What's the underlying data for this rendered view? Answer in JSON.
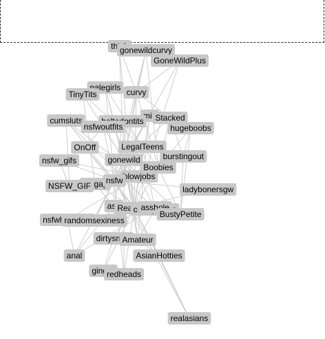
{
  "graph": {
    "nodes": [
      {
        "id": "thick",
        "label": "thick"
      },
      {
        "id": "gonewildcurvy",
        "label": "gonewildcurvy"
      },
      {
        "id": "GoneWildPlus",
        "label": "GoneWildPlus"
      },
      {
        "id": "palegirls",
        "label": "palegirls"
      },
      {
        "id": "TinyTits",
        "label": "TinyTits"
      },
      {
        "id": "curvy",
        "label": "curvy"
      },
      {
        "id": "milf",
        "label": "milf"
      },
      {
        "id": "Stacked",
        "label": "Stacked"
      },
      {
        "id": "cumsluts",
        "label": "cumsluts"
      },
      {
        "id": "boltedontits",
        "label": "boltedontits"
      },
      {
        "id": "nsfwoutfits",
        "label": "nsfwoutfits"
      },
      {
        "id": "hugeboobs",
        "label": "hugeboobs"
      },
      {
        "id": "OnOff",
        "label": "OnOff"
      },
      {
        "id": "LegalTeens",
        "label": "LegalTeens"
      },
      {
        "id": "burstingout",
        "label": "burstingout"
      },
      {
        "id": "nsfw_gifs",
        "label": "nsfw_gifs"
      },
      {
        "id": "gonewild",
        "label": "gonewild"
      },
      {
        "id": "Boobies",
        "label": "Boobies"
      },
      {
        "id": "blowjobs",
        "label": "blowjobs"
      },
      {
        "id": "datgap",
        "label": "datgap"
      },
      {
        "id": "nsfw",
        "label": "nsfw"
      },
      {
        "id": "NSFW_GIF",
        "label": "NSFW_GIF"
      },
      {
        "id": "ladybonersgw",
        "label": "ladybonersgw"
      },
      {
        "id": "ass",
        "label": "ass"
      },
      {
        "id": "RealGirls",
        "label": "RealGirls"
      },
      {
        "id": "collegesluts",
        "label": "collegesluts"
      },
      {
        "id": "asshole",
        "label": "asshole"
      },
      {
        "id": "BustyPetite",
        "label": "BustyPetite"
      },
      {
        "id": "nsfwhardcore",
        "label": "nsfwhardcore"
      },
      {
        "id": "randomsexiness",
        "label": "randomsexiness"
      },
      {
        "id": "dirtysmall",
        "label": "dirtysmall"
      },
      {
        "id": "Amateur",
        "label": "Amateur"
      },
      {
        "id": "AsianHotties",
        "label": "AsianHotties"
      },
      {
        "id": "anal",
        "label": "anal"
      },
      {
        "id": "ginger",
        "label": "ginger"
      },
      {
        "id": "redheads",
        "label": "redheads"
      },
      {
        "id": "realasians",
        "label": "realasians"
      }
    ],
    "edges": [
      [
        "thick",
        "gonewildcurvy"
      ],
      [
        "thick",
        "gonewild"
      ],
      [
        "thick",
        "curvy"
      ],
      [
        "thick",
        "RealGirls"
      ],
      [
        "gonewildcurvy",
        "GoneWildPlus"
      ],
      [
        "gonewildcurvy",
        "curvy"
      ],
      [
        "gonewildcurvy",
        "gonewild"
      ],
      [
        "gonewildcurvy",
        "Boobies"
      ],
      [
        "gonewildcurvy",
        "nsfw"
      ],
      [
        "GoneWildPlus",
        "gonewild"
      ],
      [
        "GoneWildPlus",
        "RealGirls"
      ],
      [
        "GoneWildPlus",
        "curvy"
      ],
      [
        "palegirls",
        "gonewild"
      ],
      [
        "palegirls",
        "RealGirls"
      ],
      [
        "palegirls",
        "TinyTits"
      ],
      [
        "palegirls",
        "nsfw"
      ],
      [
        "palegirls",
        "LegalTeens"
      ],
      [
        "TinyTits",
        "gonewild"
      ],
      [
        "TinyTits",
        "LegalTeens"
      ],
      [
        "TinyTits",
        "datgap"
      ],
      [
        "curvy",
        "gonewild"
      ],
      [
        "curvy",
        "Boobies"
      ],
      [
        "curvy",
        "RealGirls"
      ],
      [
        "curvy",
        "Stacked"
      ],
      [
        "milf",
        "Amateur"
      ],
      [
        "milf",
        "gonewild"
      ],
      [
        "milf",
        "nsfw"
      ],
      [
        "milf",
        "RealGirls"
      ],
      [
        "Stacked",
        "hugeboobs"
      ],
      [
        "Stacked",
        "Boobies"
      ],
      [
        "Stacked",
        "burstingout"
      ],
      [
        "Stacked",
        "gonewild"
      ],
      [
        "cumsluts",
        "blowjobs"
      ],
      [
        "cumsluts",
        "nsfw"
      ],
      [
        "cumsluts",
        "collegesluts"
      ],
      [
        "cumsluts",
        "NSFW_GIF"
      ],
      [
        "boltedontits",
        "Boobies"
      ],
      [
        "boltedontits",
        "nsfw"
      ],
      [
        "boltedontits",
        "RealGirls"
      ],
      [
        "nsfwoutfits",
        "gonewild"
      ],
      [
        "nsfwoutfits",
        "nsfw"
      ],
      [
        "nsfwoutfits",
        "OnOff"
      ],
      [
        "hugeboobs",
        "Boobies"
      ],
      [
        "hugeboobs",
        "burstingout"
      ],
      [
        "hugeboobs",
        "BustyPetite"
      ],
      [
        "OnOff",
        "nsfw"
      ],
      [
        "OnOff",
        "RealGirls"
      ],
      [
        "OnOff",
        "gonewild"
      ],
      [
        "LegalTeens",
        "gonewild"
      ],
      [
        "LegalTeens",
        "nsfw"
      ],
      [
        "LegalTeens",
        "collegesluts"
      ],
      [
        "LegalTeens",
        "RealGirls"
      ],
      [
        "burstingout",
        "Boobies"
      ],
      [
        "burstingout",
        "BustyPetite"
      ],
      [
        "nsfw_gifs",
        "NSFW_GIF"
      ],
      [
        "nsfw_gifs",
        "nsfw"
      ],
      [
        "nsfw_gifs",
        "blowjobs"
      ],
      [
        "gonewild",
        "RealGirls"
      ],
      [
        "gonewild",
        "nsfw"
      ],
      [
        "gonewild",
        "Boobies"
      ],
      [
        "gonewild",
        "ass"
      ],
      [
        "gonewild",
        "BustyPetite"
      ],
      [
        "gonewild",
        "Amateur"
      ],
      [
        "Boobies",
        "BustyPetite"
      ],
      [
        "Boobies",
        "RealGirls"
      ],
      [
        "Boobies",
        "nsfw"
      ],
      [
        "blowjobs",
        "NSFW_GIF"
      ],
      [
        "blowjobs",
        "nsfwhardcore"
      ],
      [
        "blowjobs",
        "collegesluts"
      ],
      [
        "blowjobs",
        "nsfw"
      ],
      [
        "datgap",
        "ass"
      ],
      [
        "datgap",
        "RealGirls"
      ],
      [
        "datgap",
        "nsfw"
      ],
      [
        "nsfw",
        "RealGirls"
      ],
      [
        "nsfw",
        "NSFW_GIF"
      ],
      [
        "nsfw",
        "randomsexiness"
      ],
      [
        "nsfw",
        "ass"
      ],
      [
        "nsfw",
        "ladybonersgw"
      ],
      [
        "ladybonersgw",
        "RealGirls"
      ],
      [
        "ass",
        "asshole"
      ],
      [
        "ass",
        "RealGirls"
      ],
      [
        "ass",
        "anal"
      ],
      [
        "RealGirls",
        "Amateur"
      ],
      [
        "RealGirls",
        "BustyPetite"
      ],
      [
        "RealGirls",
        "collegesluts"
      ],
      [
        "RealGirls",
        "dirtysmall"
      ],
      [
        "RealGirls",
        "AsianHotties"
      ],
      [
        "RealGirls",
        "randomsexiness"
      ],
      [
        "collegesluts",
        "Amateur"
      ],
      [
        "collegesluts",
        "nsfwhardcore"
      ],
      [
        "asshole",
        "anal"
      ],
      [
        "asshole",
        "nsfwhardcore"
      ],
      [
        "nsfwhardcore",
        "randomsexiness"
      ],
      [
        "nsfwhardcore",
        "anal"
      ],
      [
        "randomsexiness",
        "gonewild"
      ],
      [
        "dirtysmall",
        "Amateur"
      ],
      [
        "dirtysmall",
        "ginger"
      ],
      [
        "Amateur",
        "AsianHotties"
      ],
      [
        "Amateur",
        "gonewild"
      ],
      [
        "AsianHotties",
        "realasians"
      ],
      [
        "AsianHotties",
        "nsfw"
      ],
      [
        "realasians",
        "nsfw"
      ],
      [
        "realasians",
        "RealGirls"
      ],
      [
        "anal",
        "nsfw"
      ],
      [
        "ginger",
        "redheads"
      ],
      [
        "ginger",
        "RealGirls"
      ],
      [
        "redheads",
        "RealGirls"
      ],
      [
        "redheads",
        "nsfw"
      ],
      [
        "redheads",
        "gonewild"
      ]
    ]
  }
}
